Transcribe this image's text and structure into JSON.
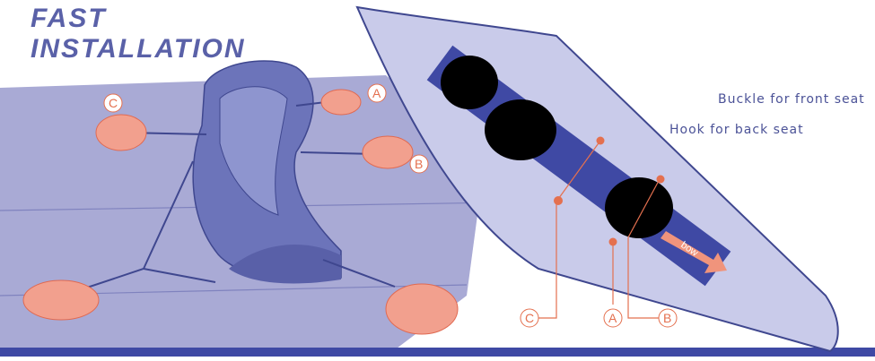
{
  "title": {
    "line1": "FAST",
    "line2": "INSTALLATION"
  },
  "callouts": {
    "buckle_front_seat": "Buckle for front seat",
    "hook_back_seat": "Hook for back seat",
    "bow": "bow"
  },
  "markers": {
    "A": "A",
    "B": "B",
    "C": "C"
  },
  "colors": {
    "title": "#5a61a8",
    "floor": "#a9aad5",
    "floor_dark": "#9092c6",
    "kayak_hull": "#c9cbea",
    "kayak_line": "#3f478f",
    "seat_band": "#3f49a4",
    "pad": "#f2a08e",
    "pad_edge": "#e06a52",
    "marker": "#e4704f"
  }
}
